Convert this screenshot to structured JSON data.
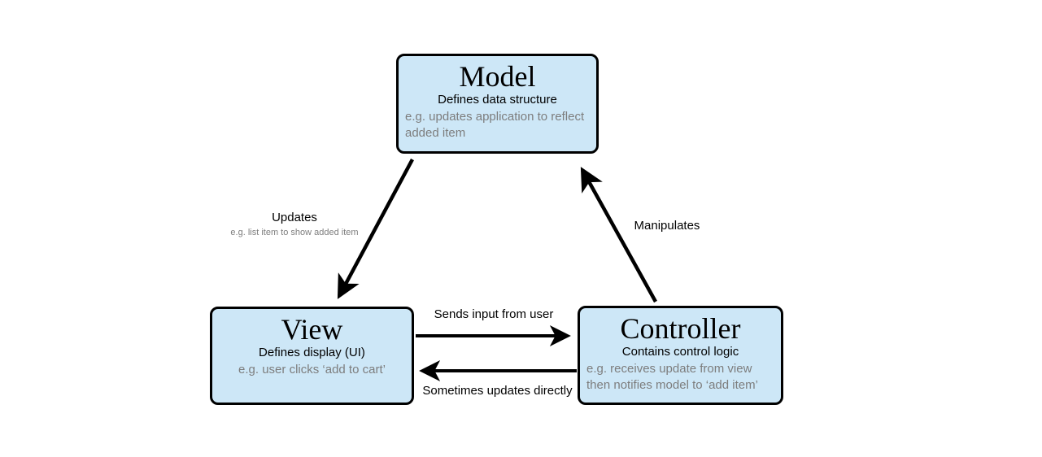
{
  "diagram": {
    "name": "Model View Controller diagram",
    "nodes": [
      {
        "id": "model",
        "title": "Model",
        "subtitle": "Defines data structure",
        "description": "e.g. updates application to reflect added item"
      },
      {
        "id": "view",
        "title": "View",
        "subtitle": "Defines display (UI)",
        "description": "e.g. user clicks ‘add to cart’"
      },
      {
        "id": "controller",
        "title": "Controller",
        "subtitle": "Contains control logic",
        "description": "e.g. receives update from view then notifies model to ‘add item’"
      }
    ],
    "edges": [
      {
        "id": "updates",
        "from": "model",
        "to": "view",
        "label": "Updates",
        "sublabel": "e.g. list item to show added item"
      },
      {
        "id": "manipulates",
        "from": "controller",
        "to": "model",
        "label": "Manipulates"
      },
      {
        "id": "sends-input",
        "from": "view",
        "to": "controller",
        "label": "Sends input from user"
      },
      {
        "id": "updates-directly",
        "from": "controller",
        "to": "view",
        "label": "Sometimes updates directly"
      }
    ],
    "colors": {
      "node_fill": "#cde7f7",
      "node_border": "#000000",
      "text_primary": "#000000",
      "text_secondary": "#7d7d7d",
      "background": "#ffffff",
      "arrow": "#000000"
    }
  }
}
